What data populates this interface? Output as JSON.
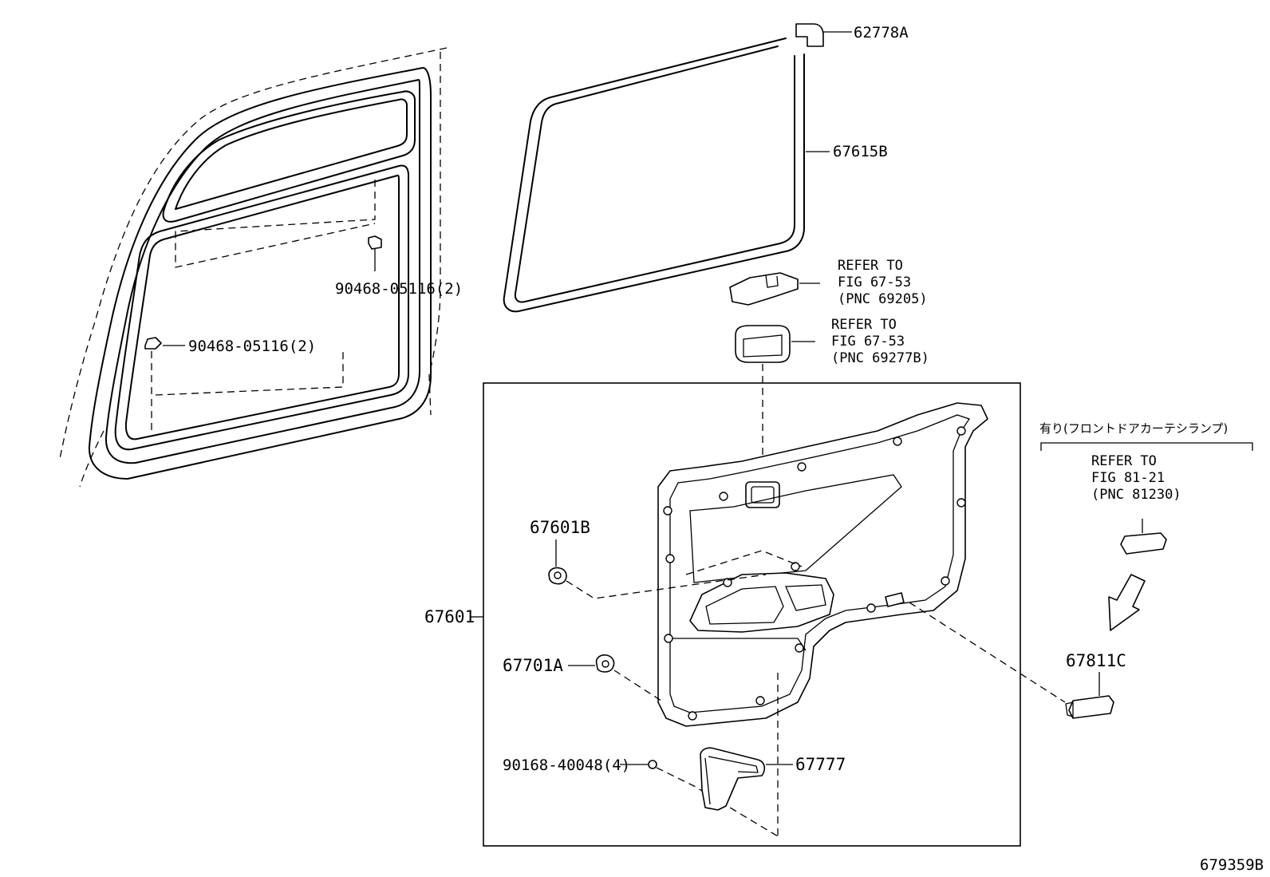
{
  "labels": {
    "weatherstrip_corner": "62778A",
    "weatherstrip": "67615B",
    "clip_upper": "90468-05116(2)",
    "clip_lower": "90468-05116(2)",
    "trim_board": "67601",
    "clip_67601b": "67601B",
    "clip_67701a": "67701A",
    "screw": "90168-40048(4)",
    "pocket": "67777",
    "lamp": "67811C",
    "figure_id": "679359B"
  },
  "refs": {
    "handle": {
      "line1": "REFER TO",
      "line2": "FIG 67-53",
      "line3": "(PNC 69205)"
    },
    "bezel": {
      "line1": "REFER TO",
      "line2": "FIG 67-53",
      "line3": "(PNC 69277B)"
    },
    "lamp_ref": {
      "line1": "REFER TO",
      "line2": "FIG 81-21",
      "line3": "(PNC 81230)"
    }
  },
  "option_note": "有り(フロントドアカーテシランプ)"
}
